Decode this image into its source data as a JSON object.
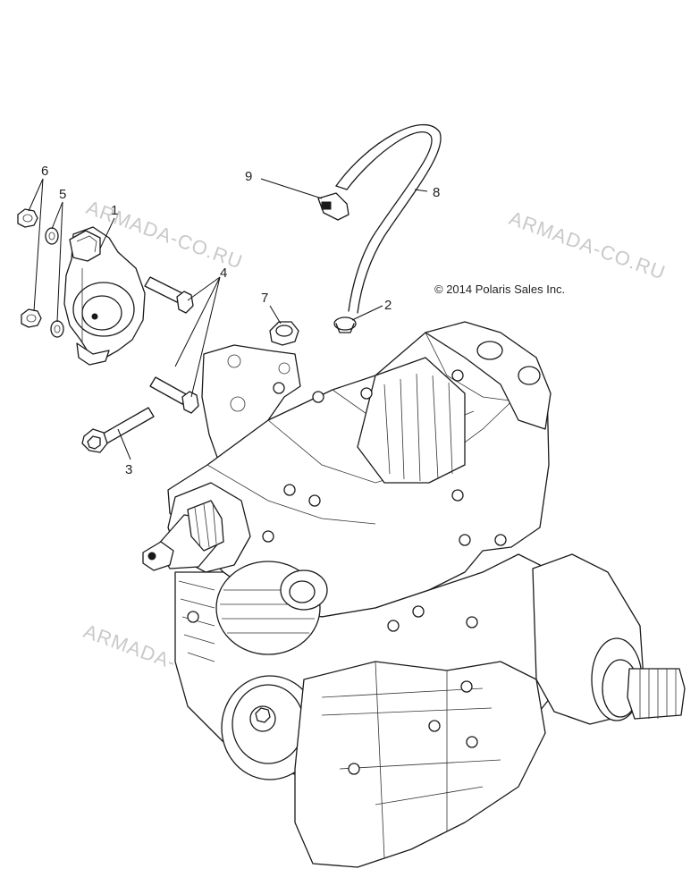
{
  "diagram": {
    "copyright": "© 2014 Polaris Sales Inc.",
    "watermark": "ARMADA-CO.RU",
    "callouts": [
      "1",
      "2",
      "3",
      "4",
      "5",
      "6",
      "7",
      "8",
      "9"
    ]
  }
}
